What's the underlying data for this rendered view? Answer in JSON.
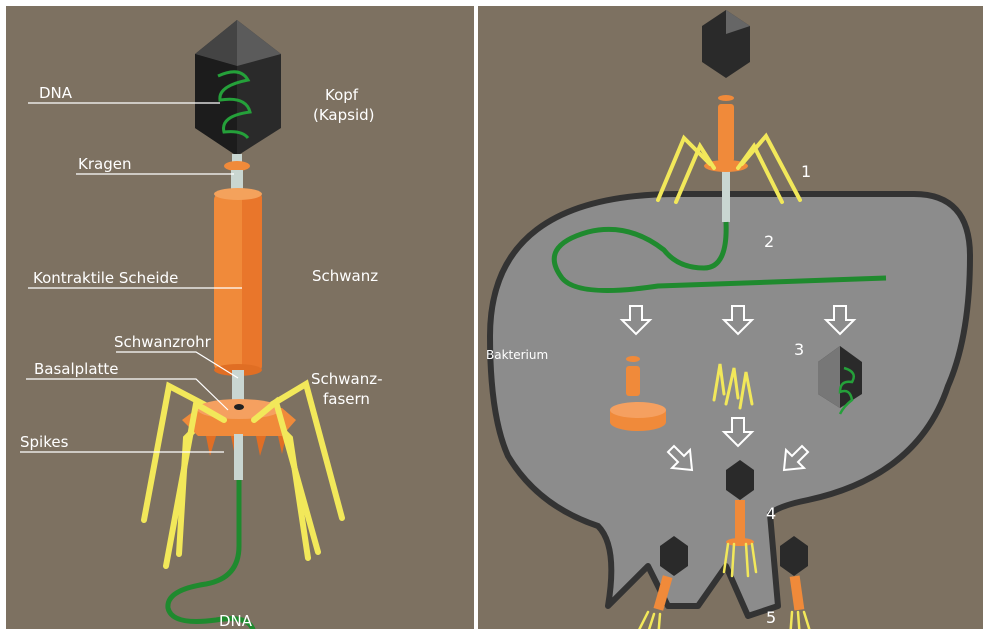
{
  "left_panel": {
    "labels": {
      "dna_top": "DNA",
      "kopf": "Kopf",
      "kapsid": "(Kapsid)",
      "kragen": "Kragen",
      "kontraktile_scheide": "Kontraktile Scheide",
      "schwanz": "Schwanz",
      "schwanzrohr": "Schwanzrohr",
      "basalplatte": "Basalplatte",
      "schwanzfasern_1": "Schwanz-",
      "schwanzfasern_2": "fasern",
      "spikes": "Spikes",
      "dna_bottom": "DNA"
    }
  },
  "right_panel": {
    "labels": {
      "bakterium": "Bakterium",
      "step1": "1",
      "step2": "2",
      "step3": "3",
      "step4": "4",
      "step5": "5"
    }
  },
  "colors": {
    "background": "#7d7161",
    "capsid": "#2b2b2b",
    "dna": "#1f8a2e",
    "sheath": "#f08a3a",
    "fibers": "#f2e85a",
    "bacterium": "#8c8c8c",
    "tube": "#b9c7c2"
  }
}
